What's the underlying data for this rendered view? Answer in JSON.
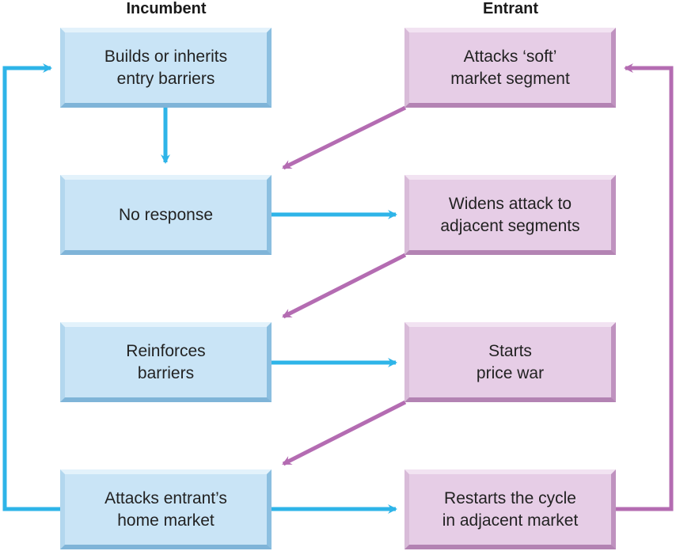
{
  "headers": {
    "incumbent": "Incumbent",
    "entrant": "Entrant"
  },
  "incumbent_boxes": [
    {
      "text": "Builds or inherits\nentry barriers"
    },
    {
      "text": "No response"
    },
    {
      "text": "Reinforces\nbarriers"
    },
    {
      "text": "Attacks entrant’s\nhome market"
    }
  ],
  "entrant_boxes": [
    {
      "text": "Attacks ‘soft’\nmarket segment"
    },
    {
      "text": "Widens attack to\nadjacent segments"
    },
    {
      "text": "Starts\nprice war"
    },
    {
      "text": "Restarts the cycle\nin adjacent market"
    }
  ],
  "colors": {
    "incumbent_arrow": "#2eb4e8",
    "entrant_arrow": "#b46cb2"
  }
}
